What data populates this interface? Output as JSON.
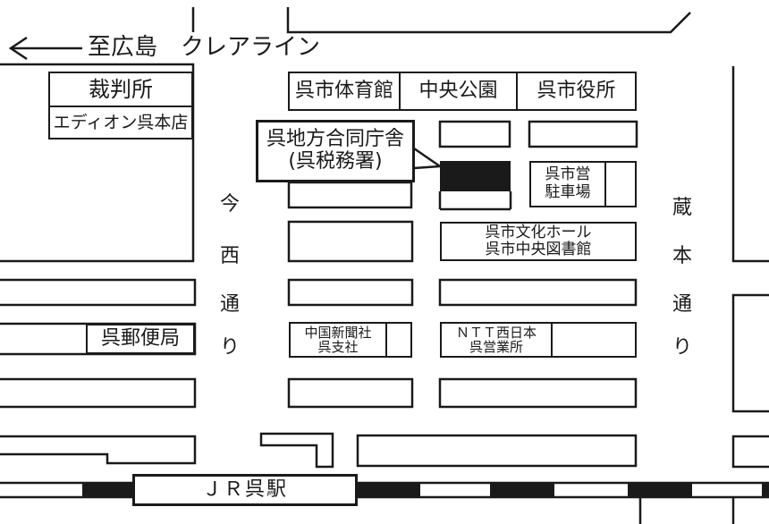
{
  "arrow_route": "至広島　クレアライン",
  "blocks": {
    "court": "裁判所",
    "edion": "エディオン呉本店",
    "kure_gym": "呉市体育館",
    "central_park": "中央公園",
    "city_hall": "呉市役所",
    "target_name": "呉地方合同庁舎",
    "target_sub": "(呉税務署)",
    "parking_line1": "呉市営",
    "parking_line2": "駐車場",
    "culture_hall": "呉市文化ホール",
    "library": "呉市中央図書館",
    "post_office": "呉郵便局",
    "newspaper_line1": "中国新聞社",
    "newspaper_line2": "呉支社",
    "ntt_line1": "ＮＴＴ西日本",
    "ntt_line2": "呉営業所",
    "station": "ＪＲ呉駅"
  },
  "streets": {
    "imanishi": [
      "今",
      "西",
      "通",
      "り"
    ],
    "kuramoto": [
      "蔵",
      "本",
      "通",
      "り"
    ]
  },
  "colors": {
    "ink": "#1a1a1a",
    "background": "#ffffff",
    "target_fill": "#1a1a1a"
  }
}
